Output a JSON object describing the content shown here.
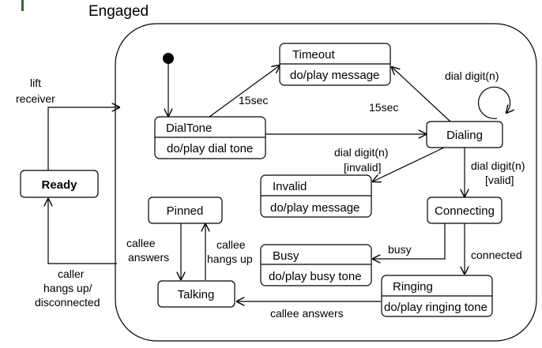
{
  "composite": {
    "title": "Engaged",
    "accent_bar_color": "#2e6b2e"
  },
  "states": {
    "ready": {
      "name": "Ready"
    },
    "dialtone": {
      "name": "DialTone",
      "action": "do/play dial tone"
    },
    "timeout": {
      "name": "Timeout",
      "action": "do/play message"
    },
    "dialing": {
      "name": "Dialing"
    },
    "invalid": {
      "name": "Invalid",
      "action": "do/play message"
    },
    "connecting": {
      "name": "Connecting"
    },
    "busy": {
      "name": "Busy",
      "action": "do/play busy tone"
    },
    "ringing": {
      "name": "Ringing",
      "action": "do/play ringing tone"
    },
    "pinned": {
      "name": "Pinned"
    },
    "talking": {
      "name": "Talking"
    }
  },
  "transitions": {
    "lift_receiver": [
      "lift",
      "receiver"
    ],
    "caller_hangs_up": [
      "caller",
      "hangs up/",
      "disconnected"
    ],
    "dialtone_timeout": "15sec",
    "dialing_timeout": "15sec",
    "dial_digit_self": "dial digit(n)",
    "dial_digit_invalid": [
      "dial digit(n)",
      "[invalid]"
    ],
    "dial_digit_valid": [
      "dial digit(n)",
      "[valid]"
    ],
    "busy": "busy",
    "connected": "connected",
    "callee_answers_ringing": "callee answers",
    "callee_answers_pinned": [
      "callee",
      "answers"
    ],
    "callee_hangs_up": [
      "callee",
      "hangs up"
    ]
  }
}
